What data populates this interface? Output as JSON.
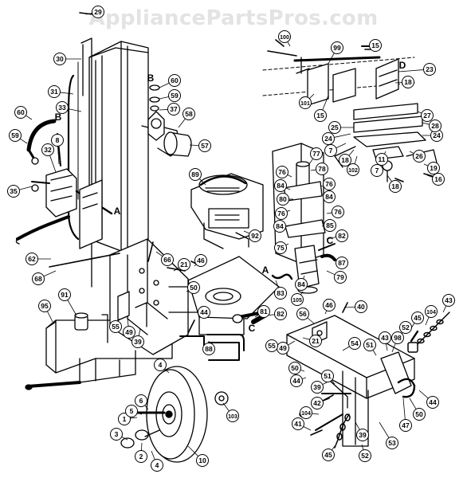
{
  "watermark": "AppliancePartsPros.com",
  "colors": {
    "ink": "#000000",
    "paper": "#ffffff",
    "watermark": "#e3e3e3"
  },
  "callout_letters": [
    "A",
    "B",
    "C",
    "D"
  ],
  "part_numbers": [
    "1",
    "2",
    "3",
    "4",
    "5",
    "6",
    "7",
    "8",
    "10",
    "11",
    "15",
    "16",
    "18",
    "19",
    "21",
    "23",
    "24",
    "25",
    "26",
    "27",
    "28",
    "29",
    "30",
    "31",
    "32",
    "33",
    "35",
    "37",
    "39",
    "40",
    "41",
    "42",
    "43",
    "44",
    "45",
    "46",
    "47",
    "49",
    "50",
    "51",
    "52",
    "53",
    "54",
    "55",
    "56",
    "57",
    "58",
    "59",
    "60",
    "62",
    "66",
    "68",
    "75",
    "76",
    "77",
    "78",
    "79",
    "80",
    "81",
    "82",
    "83",
    "84",
    "85",
    "87",
    "88",
    "89",
    "91",
    "92",
    "95",
    "98",
    "99",
    "100",
    "101",
    "102",
    "103",
    "104",
    "105"
  ]
}
